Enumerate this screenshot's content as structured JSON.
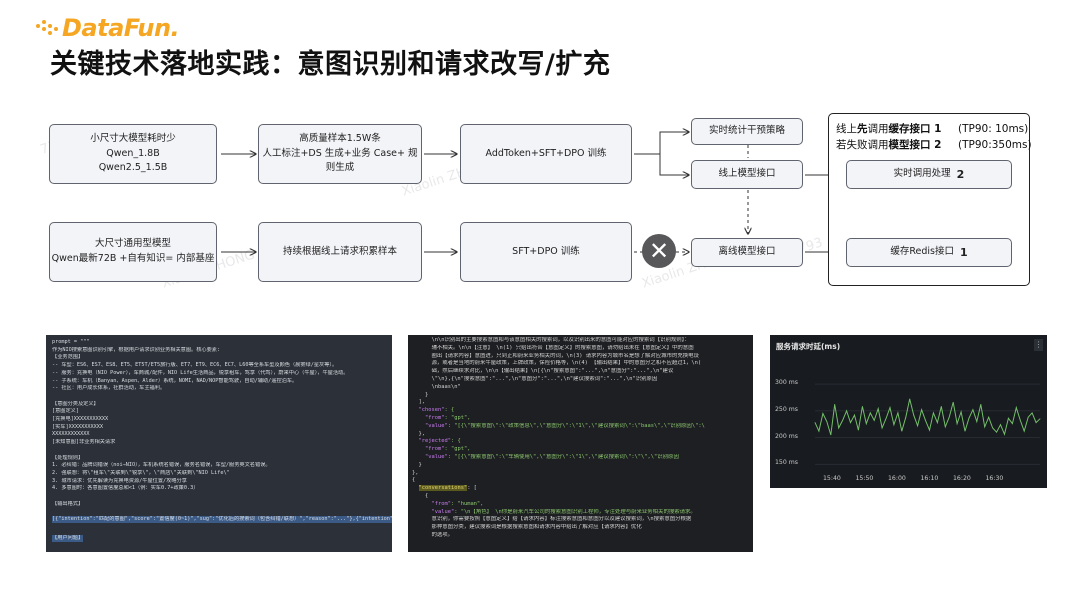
{
  "logo": {
    "text": "DataFun."
  },
  "title": "关键技术落地实践：意图识别和请求改写/扩充",
  "diagram": {
    "small_model": {
      "line1": "小尺寸大模型耗时少",
      "line2": "Qwen_1.8B",
      "line3": "Qwen2.5_1.5B"
    },
    "samples": {
      "line1": "高质量样本1.5W条",
      "line2": "人工标注+DS 生成+业务 Case+ 规则生成"
    },
    "train_top": "AddToken+SFT+DPO 训练",
    "realtime_stats": "实时统计干预策略",
    "online_api": "线上模型接口",
    "big_model": {
      "line1": "大尺寸通用型模型",
      "line2": "Qwen最新72B +自有知识= 内部基座"
    },
    "accumulate": "持续根据线上请求积累样本",
    "train_bottom": "SFT+DPO 训练",
    "offline_api": "离线模型接口",
    "realtime_process": {
      "label": "实时调用处理",
      "num": "2"
    },
    "redis": {
      "label": "缓存Redis接口",
      "num": "1"
    },
    "note": {
      "l1_pre": "线上",
      "l1_b1": "先",
      "l1_mid": "调用",
      "l1_b2": "缓存接口 1",
      "l1_tp": "(TP90: 10ms)",
      "l2_pre": "若失败调用",
      "l2_b": "模型接口 2",
      "l2_tp": "(TP90:350ms)"
    },
    "fail_icon": "close-icon"
  },
  "watermark": {
    "name1": "Xiaolin ZHONG",
    "id": "7793"
  },
  "prompt_shot": {
    "lines": [
      "prompt = \"\"\"",
      "作为NIO搜索意图识别引擎，根据用户请求识别业务相关意图。核心要素:",
      "【业务范围】",
      "-- 车型：ES6、ES7、ES8、ET5、ET5T/ET5旅行版、ET7、ET9、EC6、EC7、L60等全系车型及颜色（晨雾绿/星灰等）。",
      "-- 服务：充换电（NIO Power），车商城/配件，NIO Life生活商品，锐享租车，驾享（代驾），蔚来中心（牛屋），牛屋活动。",
      "-- 子系统：车机（Banyan、Aspen、Alder）系统，NOMI，NAD/NOP智能驾驶，自动/辅助/遥控泊车。",
      "-- 社区：用户成长体系，社群活动，车主福利。",
      "",
      "【意图分类及定义】",
      "[意图定义]",
      "[充换电]XXXXXXXXXXX",
      "[实车]XXXXXXXXXXX",
      "XXXXXXXXXXXX",
      "[未知意图]非业务相关请求",
      "",
      "【处理规则】",
      "1. 必纠错：品牌词错误（noi→NIO），车机系统名错误，服务名错误，车型/服务英文名错误。",
      "2. 强联想：将\\\"租车\\\"关联到\\\"锐享\\\"，\\\"商店\\\"关联到\\\"NIO Life\\\"",
      "3. 城市请求：优先解读为充换电资源/牛屋位置/攻略分享",
      "4. 多意图时：各意图置信度总和<1（例：实车0.7+政策0.3）",
      "",
      "【输出格式】",
      "[{\"intention\":\"匹配的意图\",\"score\":\"置信度(0~1)\",\"sug\":\"优化后的搜索词（包含纠错/联想）\",\"reason\":\"...\"},{\"intention\":\"匹配的意图",
      "【用户问题】",
      "%%此处填Query%%"
    ]
  },
  "json_shot": {
    "lines": [
      "      \\n\\n识别出的主要搜索意图和与该意图相关的搜索词，以及识别出来的意图可能对应的搜索词【识别规则】：",
      "      辅不相关。\\n\\n【注意】 \\n(1) 只给出符合【意图定义】的搜索意图，请勿给出未在【意图定义】中的意图",
      "      圈出【请求内容】意图进，只到正和蔚来业务相关的词，\\n(3) 请求内容为城市名是想了解对应城市的充换电设",
      "      源，或者是当地的蔚来牛屋政策，上牌政策，保险价格等，\\n(4) 【输出结果】中的意图分之和不应超过1，\\n(",
      "      础，然后继续求对比，\\n\\n【输出结果】\\n[{\\n\"搜索意图\":\"...\",\\n\"意图分\":\"...\",\\n\"建议",
      "      \\\"\\n},{\\n\"搜索意图\":\"...\",\\n\"意图分\":\"...\",\\n\"建议搜索词\":\"...\",\\n\"识别原因",
      "      \\nbaas\\n\"",
      "    }",
      "  ],",
      "  \"chosen\": {",
      "    \"from\": \"gpt\",",
      "    \"value\": \"[{\\\"搜索意图\\\":\\\"政策信息\\\",\\\"意图分\\\":\\\"1\\\",\\\"建议搜索词\\\":\\\"baas\\\",\\\"识别原因\\\":\\",
      "  },",
      "  \"rejected\": {",
      "    \"from\": \"gpt\",",
      "    \"value\": \"[{\\\"搜索意图\\\":\\\"车辆使用\\\",\\\"意图分\\\":\\\"1\\\",\\\"建议搜索词\\\":\\\"\\\",\\\"识别原因",
      "  }",
      "},",
      "{",
      "  \"conversations\": [",
      "    {",
      "      \"from\": \"human\",",
      "      \"value\": \"\\n【角色】 \\n你是蔚来汽车公司的搜索意图识别工程师，专注处理与蔚来业务相关的搜索请求。",
      "      意识别，你需要按照【意图定义】给【请求内容】标注搜索意图和意图分以及建议搜索词，\\n搜索意图分根据",
      "      那种意图分类，建议搜索词是根据搜索意图和请求内容中给出了解对应【请求内容】优化",
      "      的选项。"
    ]
  },
  "latency_panel": {
    "title": "服务请求时延(ms)",
    "menu_icon": "more-vertical-icon"
  },
  "chart_data": {
    "type": "line",
    "title": "服务请求时延(ms)",
    "ylabel": "",
    "xlabel": "",
    "ylim": [
      130,
      330
    ],
    "yticks": [
      "150 ms",
      "200 ms",
      "250 ms",
      "300 ms"
    ],
    "ytick_values": [
      150,
      200,
      250,
      300
    ],
    "xticks": [
      "15:40",
      "15:50",
      "16:00",
      "16:10",
      "16:20",
      "16:30"
    ],
    "xlim": [
      0,
      57
    ],
    "grid": true,
    "series": [
      {
        "color": "#73bf69",
        "values": [
          228,
          212,
          245,
          230,
          205,
          262,
          218,
          232,
          250,
          228,
          242,
          214,
          258,
          226,
          246,
          232,
          254,
          218,
          236,
          256,
          224,
          246,
          212,
          238,
          272,
          242,
          222,
          252,
          232,
          214,
          246,
          228,
          258,
          220,
          238,
          266,
          226,
          248,
          212,
          236,
          252,
          230,
          262,
          220,
          238,
          218,
          210,
          224,
          206,
          236,
          226,
          256,
          232,
          212,
          238,
          246,
          228,
          235
        ]
      }
    ]
  }
}
